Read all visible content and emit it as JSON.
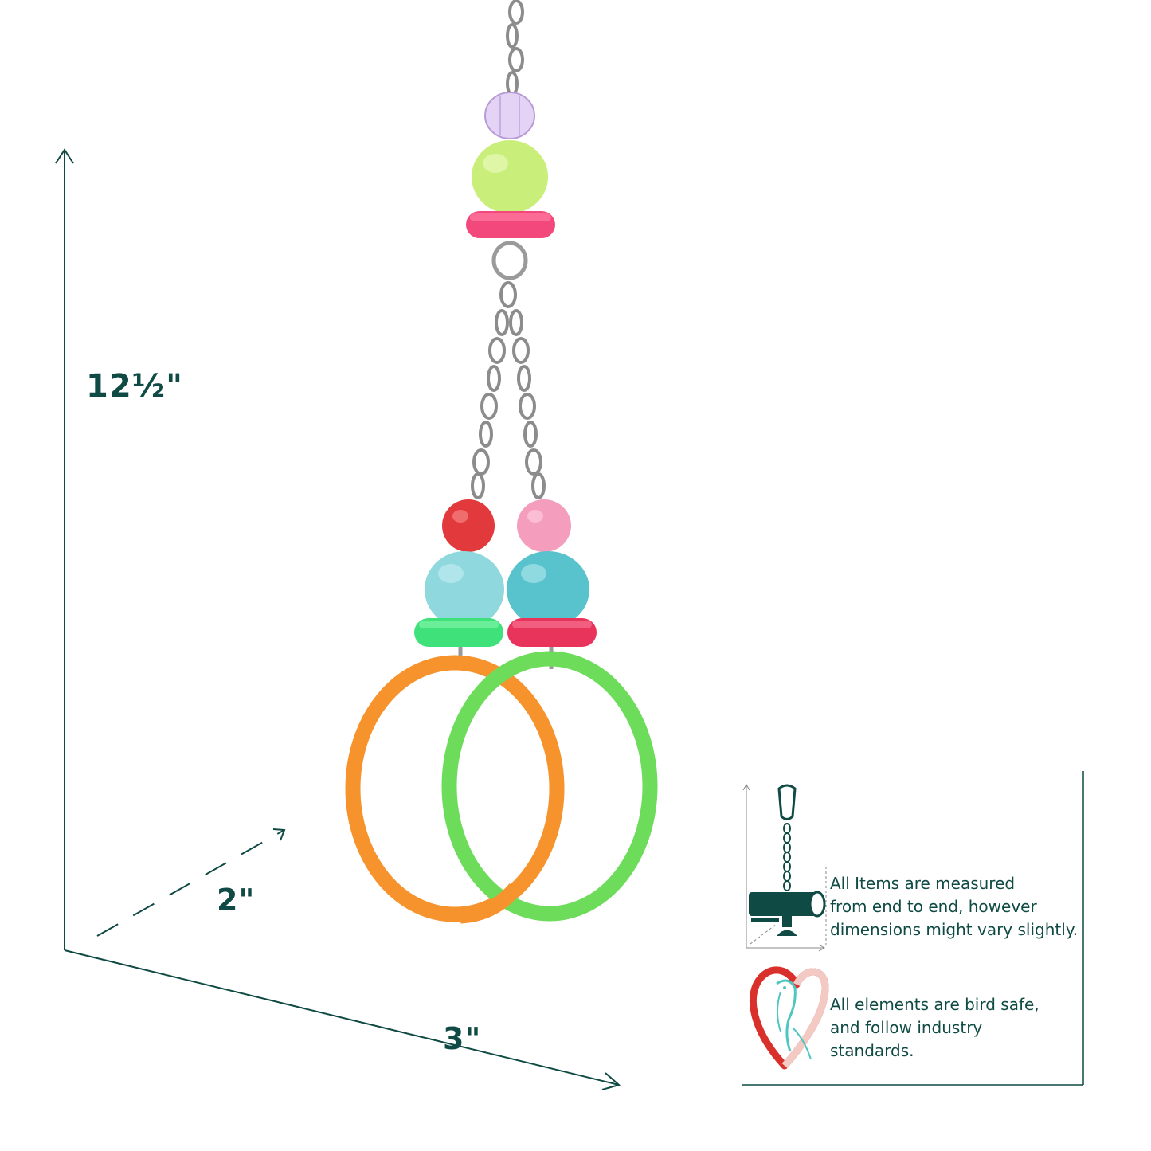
{
  "dimensions": {
    "height": "12½\"",
    "depth": "2\"",
    "width": "3\""
  },
  "info_panel": {
    "measure_note_lines": [
      "All Items are measured",
      "from end to end, however",
      "dimensions might vary slightly."
    ],
    "safety_note_lines": [
      "All elements are bird safe,",
      "and follow industry",
      "standards."
    ]
  },
  "icons": {
    "measure_icon": "hanging-toy-with-perch-dimension-icon",
    "safety_icon": "heart-with-parrot-icon"
  },
  "colors": {
    "text": "#0f4a44",
    "orange_ring": "#f7932c",
    "green_ring": "#6edc5b",
    "heart_red": "#d9302c",
    "parrot_teal": "#4fc7c0"
  }
}
